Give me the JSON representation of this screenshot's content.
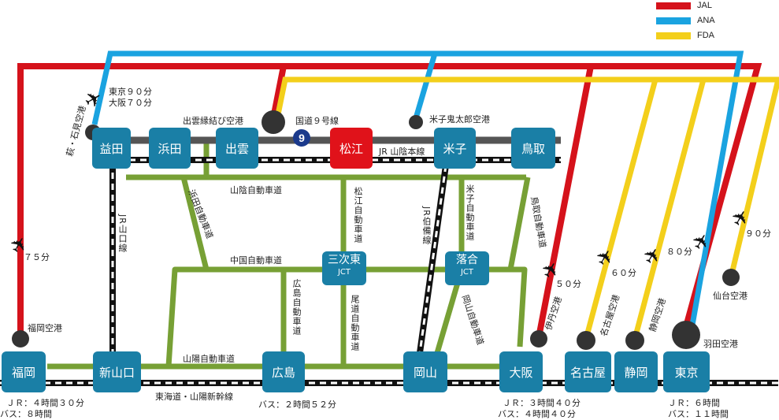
{
  "legend": [
    {
      "label": "JAL",
      "color": "#d5121b"
    },
    {
      "label": "ANA",
      "color": "#1aa3e0"
    },
    {
      "label": "FDA",
      "color": "#f3cf1b"
    }
  ],
  "colors": {
    "station": "#1a7fa6",
    "highlight": "#e0121a",
    "expressway": "#77a035",
    "rail": "#111111"
  },
  "stations": {
    "masuda": "益田",
    "hamada": "浜田",
    "izumo": "出雲",
    "matsue": "松江",
    "yonago": "米子",
    "tottori": "鳥取",
    "fukuoka": "福岡",
    "shinyamaguchi": "新山口",
    "hiroshima": "広島",
    "okayama": "岡山",
    "osaka": "大阪",
    "nagoya": "名古屋",
    "shizuoka": "静岡",
    "tokyo": "東京"
  },
  "jct": {
    "miyoshi": {
      "name": "三次東",
      "sub": "JCT"
    },
    "ochiai": {
      "name": "落合",
      "sub": "JCT"
    }
  },
  "airports": {
    "hagi": "萩・石見空港",
    "izumo": "出雲縁結び空港",
    "yonago": "米子鬼太郎空港",
    "fukuoka": "福岡空港",
    "itami": "伊丹空港",
    "nagoya": "名古屋空港",
    "shizuoka": "静岡空港",
    "haneda": "羽田空港",
    "sendai": "仙台空港"
  },
  "flight_times": {
    "hagi": [
      "東京９０分",
      "大阪７０分"
    ],
    "fukuoka": "７５分",
    "itami": "５０分",
    "nagoya": "６０分",
    "shizuoka": "８０分",
    "sendai": "９０分"
  },
  "roads": {
    "route9": "国道９号線",
    "route9_num": "9",
    "sanin_line": "JR 山陰本線",
    "sanin_exp": "山陰自動車道",
    "chugoku_exp": "中国自動車道",
    "sanyo_exp": "山陽自動車道",
    "shinkansen": "東海道・山陽新幹線",
    "yamaguchi_line": "JR山口線",
    "hakubi_line": "JR伯備線",
    "hamada_exp": "浜田自動車道",
    "matsue_exp": "松江自動車道",
    "yonago_exp": "米子自動車道",
    "tottori_exp": "鳥取自動車道",
    "hiroshima_exp": "広島自動車道",
    "onomichi_exp": "尾道自動車道",
    "okayama_exp": "岡山自動車道"
  },
  "travel": {
    "fukuoka": [
      "ＪＲ：４時間３０分",
      "バス：８時間"
    ],
    "hiroshima": "バス：２時間５２分",
    "osaka": [
      "ＪＲ：３時間４０分",
      "バス：４時間４０分"
    ],
    "tokyo": [
      "ＪＲ：６時間",
      "バス：１１時間"
    ]
  }
}
